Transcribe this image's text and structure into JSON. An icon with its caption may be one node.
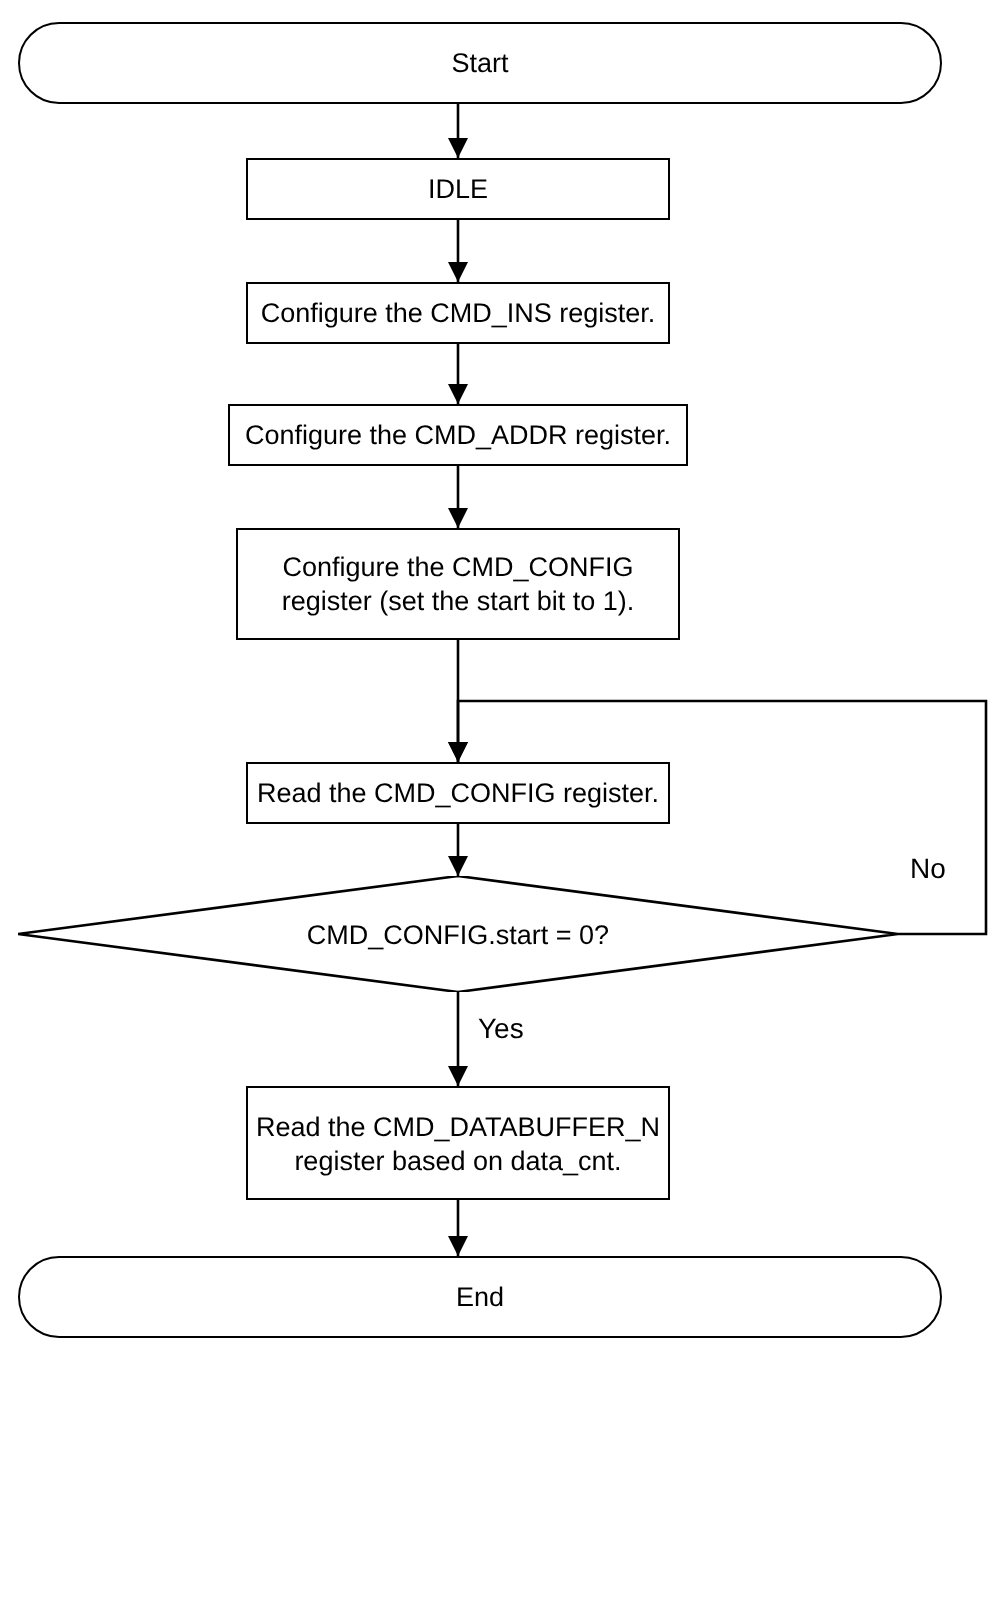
{
  "diagram": {
    "nodes": [
      {
        "text": [
          "Start"
        ]
      },
      {
        "text": [
          "IDLE"
        ]
      },
      {
        "text": [
          "Configure the CMD_INS register."
        ]
      },
      {
        "text": [
          "Configure the CMD_ADDR register."
        ]
      },
      {
        "text": [
          "Configure the CMD_CONFIG register (set the start bit to 1)."
        ]
      },
      {
        "text": [
          "Read the CMD_CONFIG register."
        ]
      },
      {
        "text": [
          "CMD_CONFIG.start = 0?"
        ]
      },
      {
        "text": [
          "Read the CMD_DATABUFFER_N register based on data_cnt."
        ]
      },
      {
        "text": [
          "End"
        ]
      }
    ],
    "edges": [
      {
        "from": 0,
        "to": 1,
        "arrow": "to"
      },
      {
        "from": 1,
        "to": 2,
        "arrow": "to"
      },
      {
        "from": 2,
        "to": 3,
        "arrow": "to"
      },
      {
        "from": 3,
        "to": 4,
        "arrow": "to"
      },
      {
        "from": 4,
        "to": 5,
        "arrow": "to"
      },
      {
        "from": 5,
        "to": 6,
        "arrow": "to"
      },
      {
        "from": 6,
        "to": 5,
        "arrow": "to",
        "label": "No"
      },
      {
        "from": 6,
        "to": 7,
        "arrow": "to",
        "label": "Yes"
      },
      {
        "from": 7,
        "to": 8,
        "arrow": "to"
      }
    ]
  }
}
